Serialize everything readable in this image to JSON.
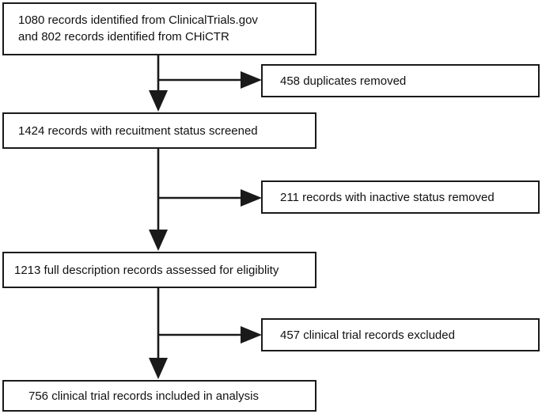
{
  "flow": {
    "identification": {
      "line1": "1080 records identified from ClinicalTrials.gov",
      "line2": "and 802 records identified from CHiCTR"
    },
    "duplicates": {
      "label": "458 duplicates removed"
    },
    "screened": {
      "label": "1424 records with recuitment status screened"
    },
    "inactive": {
      "label": "211 records with inactive status removed"
    },
    "eligibility": {
      "label": "1213 full description records assessed for eligiblity"
    },
    "excluded": {
      "label": "457 clinical trial records excluded"
    },
    "included": {
      "label": "756 clinical trial records included in analysis"
    }
  }
}
